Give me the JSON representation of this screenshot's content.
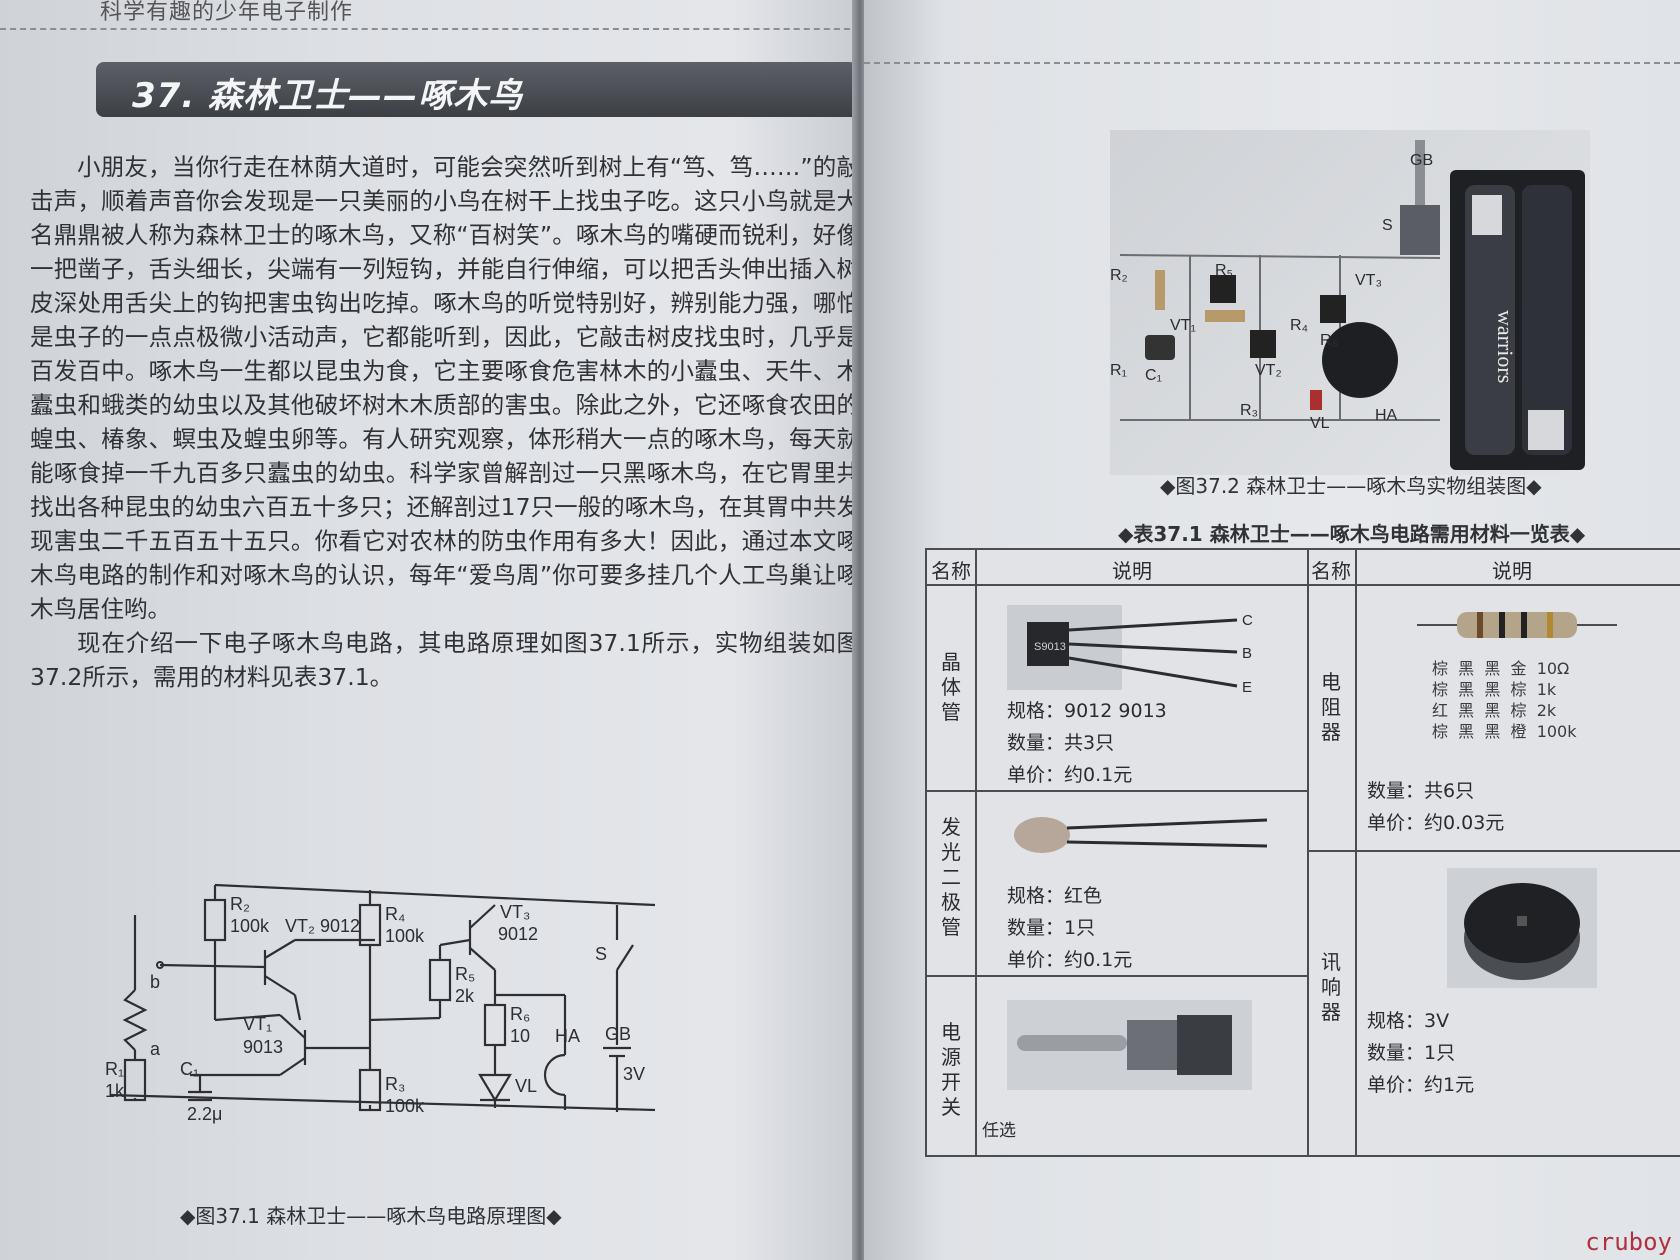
{
  "running_head": "科学有趣的少年电子制作",
  "title": "37. 森林卫士——啄木鸟",
  "paragraphs": [
    "小朋友，当你行走在林荫大道时，可能会突然听到树上有“笃、笃……”的敲击声，顺着声音你会发现是一只美丽的小鸟在树干上找虫子吃。这只小鸟就是大名鼎鼎被人称为森林卫士的啄木鸟，又称“百树笑”。啄木鸟的嘴硬而锐利，好像一把凿子，舌头细长，尖端有一列短钩，并能自行伸缩，可以把舌头伸出插入树皮深处用舌尖上的钩把害虫钩出吃掉。啄木鸟的听觉特别好，辨别能力强，哪怕是虫子的一点点极微小活动声，它都能听到，因此，它敲击树皮找虫时，几乎是百发百中。啄木鸟一生都以昆虫为食，它主要啄食危害林木的小蠹虫、天牛、木蠹虫和蛾类的幼虫以及其他破坏树木木质部的害虫。除此之外，它还啄食农田的蝗虫、椿象、螟虫及蝗虫卵等。有人研究观察，体形稍大一点的啄木鸟，每天就能啄食掉一千九百多只蠹虫的幼虫。科学家曾解剖过一只黑啄木鸟，在它胃里共找出各种昆虫的幼虫六百五十多只；还解剖过17只一般的啄木鸟，在其胃中共发现害虫二千五百五十五只。你看它对农林的防虫作用有多大！因此，通过本文啄木鸟电路的制作和对啄木鸟的认识，每年“爱鸟周”你可要多挂几个人工鸟巢让啄木鸟居住哟。",
    "现在介绍一下电子啄木鸟电路，其电路原理如图37.1所示，实物组装如图37.2所示，需用的材料见表37.1。"
  ],
  "fig1_caption": "◆图37.1  森林卫士——啄木鸟电路原理图◆",
  "fig2_caption": "◆图37.2  森林卫士——啄木鸟实物组装图◆",
  "table_caption": "◆表37.1  森林卫士——啄木鸟电路需用材料一览表◆",
  "schematic_labels": {
    "R2": "R₂",
    "R2v": "100k",
    "VT2": "VT₂  9012",
    "R4": "R₄",
    "R4v": "100k",
    "VT3": "VT₃",
    "VT3v": "9012",
    "b": "b",
    "R5": "R₅",
    "R5v": "2k",
    "VT1": "VT₁",
    "VT1v": "9013",
    "a": "a",
    "R6": "R₆",
    "R6v": "10",
    "HA": "HA",
    "S": "S",
    "GB": "GB",
    "R1": "R₁",
    "R1v": "1k",
    "C1": "C₁",
    "C1v": "2.2μ",
    "R3": "R₃",
    "R3v": "100k",
    "VL": "VL",
    "V3": "3V"
  },
  "photo_labels": {
    "GB": "GB",
    "S": "S",
    "R2": "R₂",
    "R5": "R₅",
    "VT3": "VT₃",
    "VT1": "VT₁",
    "R4": "R₄",
    "R6": "R₆",
    "VT2": "VT₂",
    "R1": "R₁",
    "C1": "C₁",
    "R3": "R₃",
    "VL": "VL",
    "HA": "HA",
    "battery_text": "warriors"
  },
  "table": {
    "headers": [
      "名称",
      "说明",
      "名称",
      "说明"
    ],
    "transistor": {
      "name": "晶体管",
      "part_mark": "S9013",
      "pins": [
        "C",
        "B",
        "E"
      ],
      "spec": "规格：9012    9013",
      "qty": "数量：共3只",
      "price": "单价：约0.1元"
    },
    "led": {
      "name": "发光二极管",
      "spec": "规格：红色",
      "qty": "数量：1只",
      "price": "单价：约0.1元"
    },
    "switch": {
      "name": "电源开关",
      "note": "任选"
    },
    "resistor": {
      "name": "电阻器",
      "codes": "棕  黑  黑  金  10Ω\n棕  黑  黑  棕  1k\n红  黑  黑  棕  2k\n棕  黑  黑  橙  100k",
      "qty": "数量：共6只",
      "price": "单价：约0.03元"
    },
    "buzzer": {
      "name": "讯响器",
      "spec": "规格：3V",
      "qty": "数量：1只",
      "price": "单价：约1元"
    }
  },
  "watermark": "cruboy"
}
